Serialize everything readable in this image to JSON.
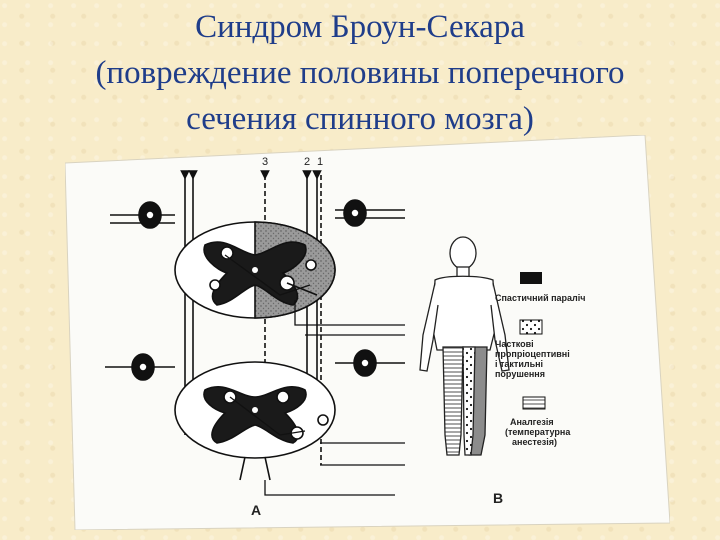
{
  "title": {
    "line1": "Синдром Броун-Секара",
    "line2": "(повреждение половины поперечного",
    "line3": "сечения спинного мозга)"
  },
  "figure": {
    "tract_numbers": [
      "3",
      "2",
      "1"
    ],
    "panel_a_label": "A",
    "panel_b_label": "B",
    "legend": {
      "spastic_paralysis": "Спастичний параліч",
      "proprioceptive_line1": "Часткові",
      "proprioceptive_line2": "пропріоцептивні",
      "proprioceptive_line3": "і тактильні",
      "proprioceptive_line4": "порушення",
      "analgesia_line1": "Аналгезія",
      "analgesia_line2": "(температурна",
      "analgesia_line3": "анестезія)"
    }
  },
  "colors": {
    "title": "#1f3d8a",
    "background": "#f8ecc9",
    "figure_paper": "#fbfbf8",
    "ink": "#1a1a1a"
  }
}
